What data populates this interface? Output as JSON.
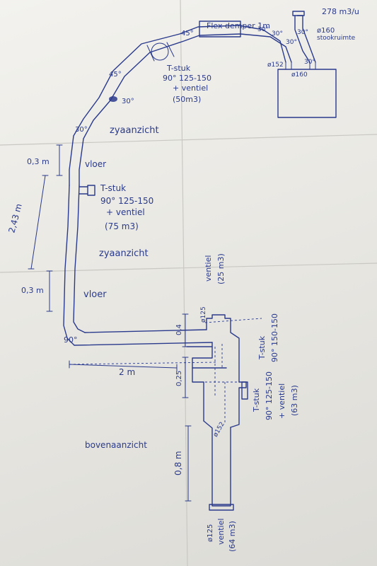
{
  "header": {
    "flow_total": "278 m3/u"
  },
  "outlet": {
    "diameter": "ø160",
    "label": "stookruimte"
  },
  "unit": {
    "port_left": "ø152",
    "port_right": "ø160"
  },
  "top_section": {
    "flex_damper": "Flex demper 1m",
    "bend_45_top": "45°",
    "bend_30_a": "30°",
    "bend_30_b": "30°",
    "bend_30_c": "30°",
    "bend_30_d": "30°",
    "bend_30_e": "30°",
    "bend_45_left": "45°",
    "bend_30_left": "30°",
    "bend_30_low": "30°",
    "tee_line1": "T-stuk",
    "tee_line2": "90° 125-150",
    "tee_line3": "+ ventiel",
    "tee_line4": "(50m3)"
  },
  "views": {
    "side_view_1": "zyaanzicht",
    "floor_1": "vloer",
    "side_view_2": "zyaanzicht",
    "floor_2": "vloer",
    "top_view": "bovenaanzicht"
  },
  "dimensions": {
    "d_03_top": "0,3 m",
    "d_243": "2,43 m",
    "d_03_low": "0,3 m",
    "d_2m": "2 m",
    "d_04": "0,4",
    "d_025": "0,25",
    "d_08": "0,8 m"
  },
  "mid_tee": {
    "line1": "T-stuk",
    "line2": "90° 125-150",
    "line3": "+ ventiel",
    "line4": "(75 m3)"
  },
  "lower_section": {
    "bend_90": "90°",
    "valve_diameter": "ø125",
    "valve_label": "ventiel",
    "valve_flow": "(25 m3)",
    "tee_right_line1": "T-stuk",
    "tee_right_line2": "90° 150-150",
    "tee3_line1": "T-stuk",
    "tee3_line2": "90° 125-150",
    "tee3_line3": "+ ventiel",
    "tee3_line4": "(63 m3)",
    "pipe_diameter": "ø152",
    "end_diameter": "ø125",
    "end_label": "ventiel",
    "end_flow": "(64 m3)"
  }
}
